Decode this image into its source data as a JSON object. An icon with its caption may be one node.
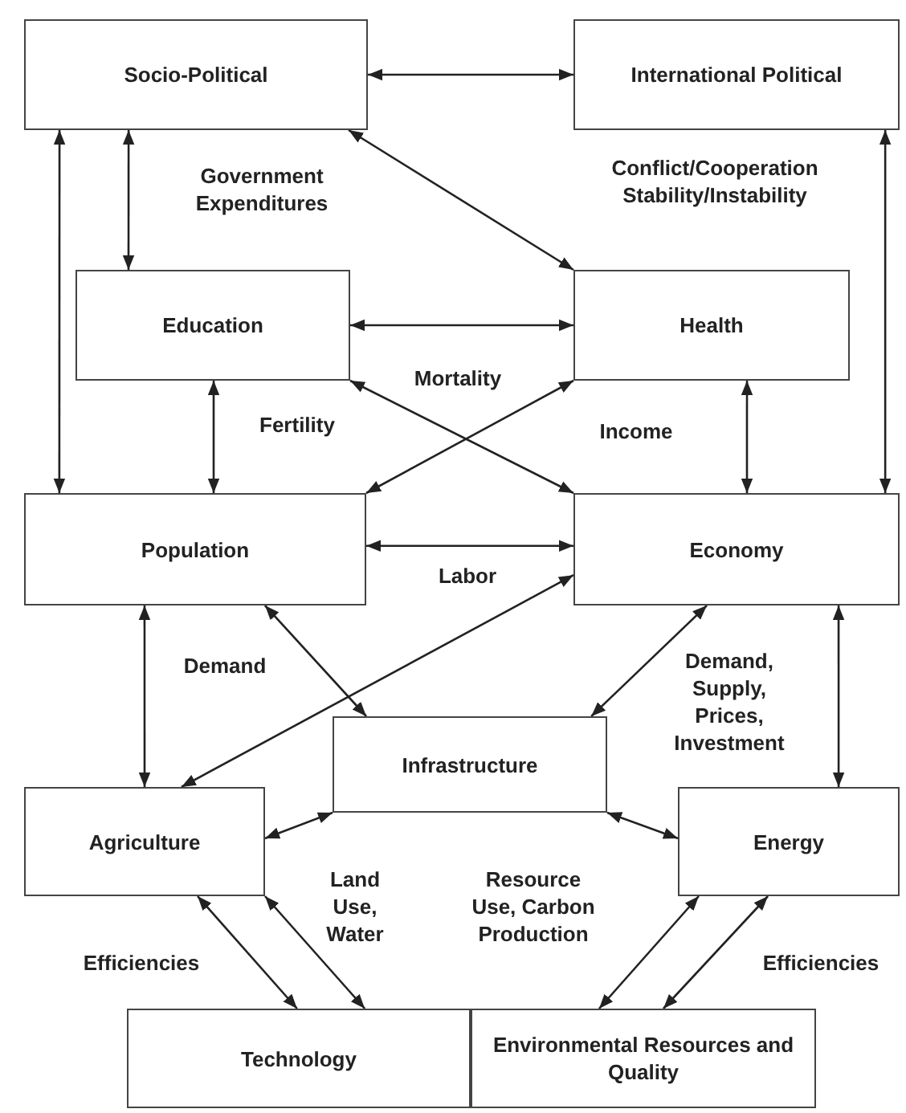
{
  "diagram": {
    "nodes": [
      {
        "text": [
          "Socio-Political"
        ]
      },
      {
        "text": [
          "International Political"
        ]
      },
      {
        "text": [
          "Education"
        ]
      },
      {
        "text": [
          "Health"
        ]
      },
      {
        "text": [
          "Population"
        ]
      },
      {
        "text": [
          "Economy"
        ]
      },
      {
        "text": [
          "Infrastructure"
        ]
      },
      {
        "text": [
          "Agriculture"
        ]
      },
      {
        "text": [
          "Energy"
        ]
      },
      {
        "text": [
          "Technology"
        ]
      },
      {
        "text": [
          "Environmental Resources and Quality"
        ]
      }
    ],
    "edges": [
      {
        "from": 0,
        "to": 1,
        "arrow": "both"
      },
      {
        "from": 0,
        "to": 4,
        "arrow": "both"
      },
      {
        "from": 0,
        "to": 2,
        "arrow": "both"
      },
      {
        "from": 0,
        "to": 3,
        "arrow": "both"
      },
      {
        "from": 1,
        "to": 5,
        "arrow": "both"
      },
      {
        "from": 2,
        "to": 3,
        "arrow": "both"
      },
      {
        "from": 2,
        "to": 5,
        "arrow": "both"
      },
      {
        "from": 3,
        "to": 4,
        "arrow": "both"
      },
      {
        "from": 2,
        "to": 4,
        "arrow": "both"
      },
      {
        "from": 3,
        "to": 5,
        "arrow": "both"
      },
      {
        "from": 4,
        "to": 5,
        "arrow": "both"
      },
      {
        "from": 4,
        "to": 7,
        "arrow": "both"
      },
      {
        "from": 4,
        "to": 6,
        "arrow": "both"
      },
      {
        "from": 5,
        "to": 7,
        "arrow": "both"
      },
      {
        "from": 5,
        "to": 6,
        "arrow": "both"
      },
      {
        "from": 5,
        "to": 8,
        "arrow": "both"
      },
      {
        "from": 6,
        "to": 7,
        "arrow": "both"
      },
      {
        "from": 6,
        "to": 8,
        "arrow": "both"
      },
      {
        "from": 7,
        "to": 9,
        "arrow": "both"
      },
      {
        "from": 7,
        "to": 9,
        "arrow": "both"
      },
      {
        "from": 8,
        "to": 10,
        "arrow": "both"
      },
      {
        "from": 8,
        "to": 10,
        "arrow": "both"
      }
    ],
    "labels": [
      "Government Expenditures",
      "Conflict/Cooperation Stability/Instability",
      "Mortality",
      "Fertility",
      "Income",
      "Labor",
      "Demand",
      "Demand, Supply, Prices, Investment",
      "Land Use, Water",
      "Resource Use, Carbon Production",
      "Efficiencies",
      "Efficiencies"
    ]
  }
}
